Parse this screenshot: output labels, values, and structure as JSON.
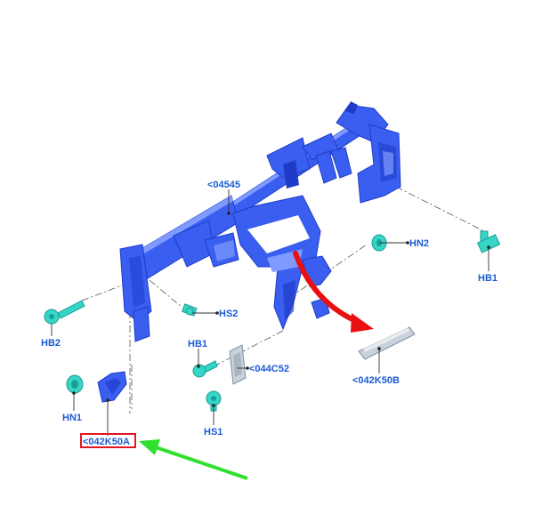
{
  "colors": {
    "beam": "#3a5ef0",
    "beam_dark": "#1f3cc8",
    "beam_light": "#7f9bff",
    "fastener": "#35d6c8",
    "fastener_dark": "#1a9e95",
    "label": "#1a5bd6",
    "leader": "#333333",
    "highlight_box": "#e0181f",
    "arrow_red": "#e81010",
    "arrow_green": "#2fe02f",
    "bracket_grey": "#c9d2dc"
  },
  "labels": {
    "part_04545": "<04545",
    "part_044c52": "<044C52",
    "part_042k50b": "<042K50B",
    "part_042k50a": "<042K50A",
    "hb1_right": "HB1",
    "hn2": "HN2",
    "hs2": "HS2",
    "hb2": "HB2",
    "hb1_center": "HB1",
    "hn1": "HN1",
    "hs1": "HS1"
  },
  "icons": {
    "arrow_red": "curved-arrow-icon",
    "arrow_green": "pointer-arrow-icon"
  }
}
